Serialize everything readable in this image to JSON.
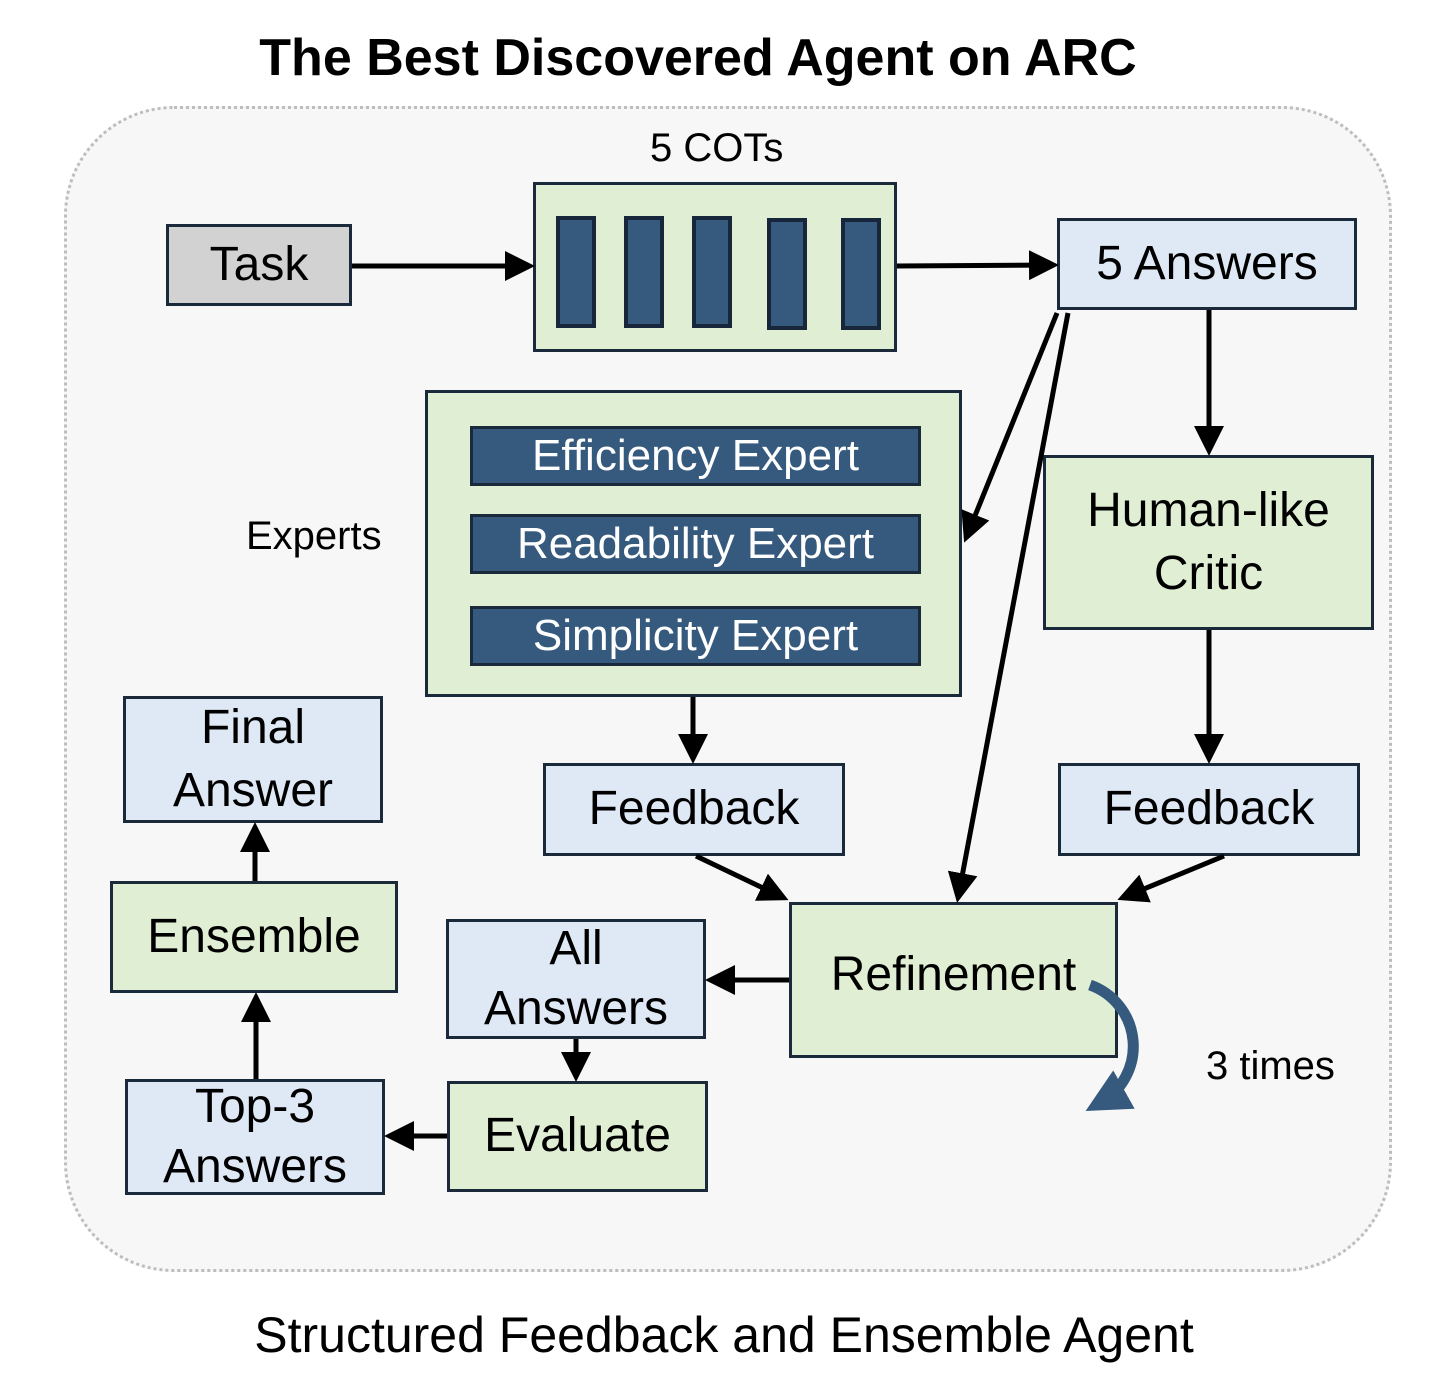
{
  "title": "The Best Discovered Agent on ARC",
  "caption": "Structured Feedback and Ensemble Agent",
  "colors": {
    "process_fill": "#e0efd4",
    "data_fill": "#dfe8f5",
    "task_fill": "#d2d2d2",
    "expert_fill": "#355a7e",
    "loop_arrow": "#355a7e",
    "border": "#1b2a3a"
  },
  "nodes": {
    "task": "Task",
    "cots_label": "5 COTs",
    "cots_count": 5,
    "five_answers": "5 Answers",
    "experts_label": "Experts",
    "experts": [
      "Efficiency Expert",
      "Readability Expert",
      "Simplicity Expert"
    ],
    "critic_line1": "Human-like",
    "critic_line2": "Critic",
    "feedback_experts": "Feedback",
    "feedback_critic": "Feedback",
    "refinement": "Refinement",
    "loop_label": "3 times",
    "all_answers_line1": "All",
    "all_answers_line2": "Answers",
    "evaluate": "Evaluate",
    "top3_line1": "Top-3",
    "top3_line2": "Answers",
    "ensemble": "Ensemble",
    "final_line1": "Final",
    "final_line2": "Answer"
  }
}
